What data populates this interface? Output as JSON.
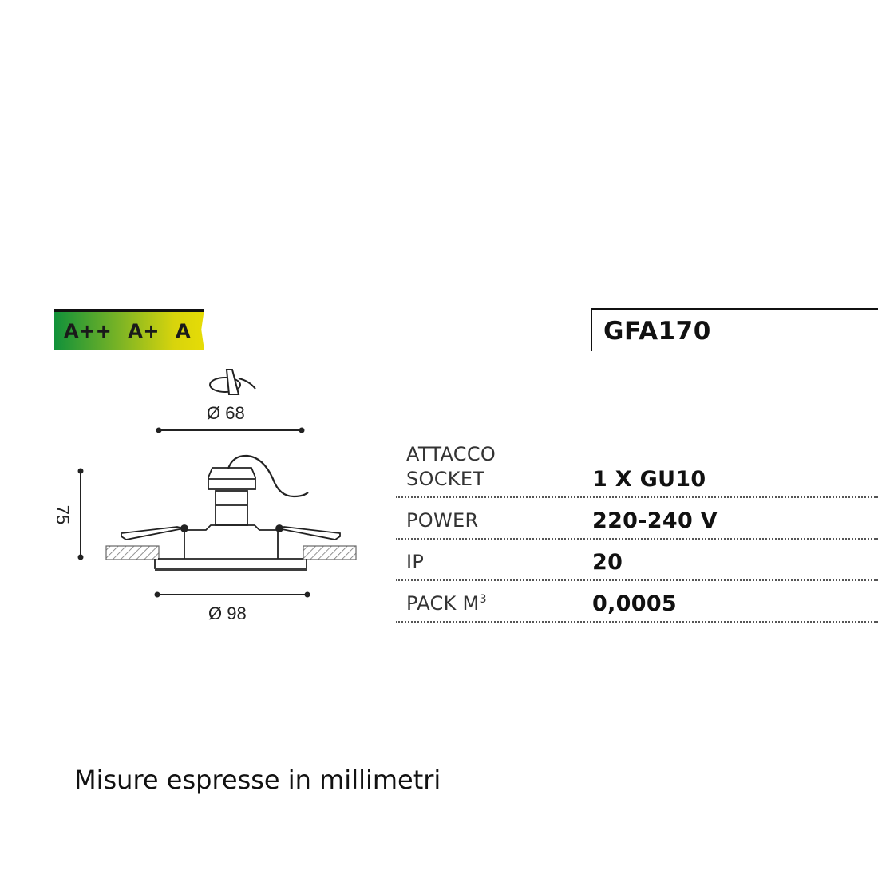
{
  "energy_label": {
    "classes": [
      "A++",
      "A+",
      "A"
    ],
    "gradient_colors": [
      "#11913a",
      "#7fb524",
      "#d8d40c",
      "#e6dc06"
    ]
  },
  "product": {
    "model_code": "GFA170"
  },
  "drawing": {
    "rotation_icon": "adjustable-tilt-icon",
    "dimensions": {
      "cutout_diameter": "Ø 68",
      "outer_diameter": "Ø 98",
      "height": "75"
    }
  },
  "specs": [
    {
      "label_line1": "ATTACCO",
      "label_line2": "SOCKET",
      "value": "1 X GU10"
    },
    {
      "label": "POWER",
      "value": "220-240 V"
    },
    {
      "label": "IP",
      "value": "20"
    },
    {
      "label": "PACK M",
      "label_sup": "3",
      "value": "0,0005"
    }
  ],
  "footer": {
    "note": "Misure espresse in millimetri"
  }
}
